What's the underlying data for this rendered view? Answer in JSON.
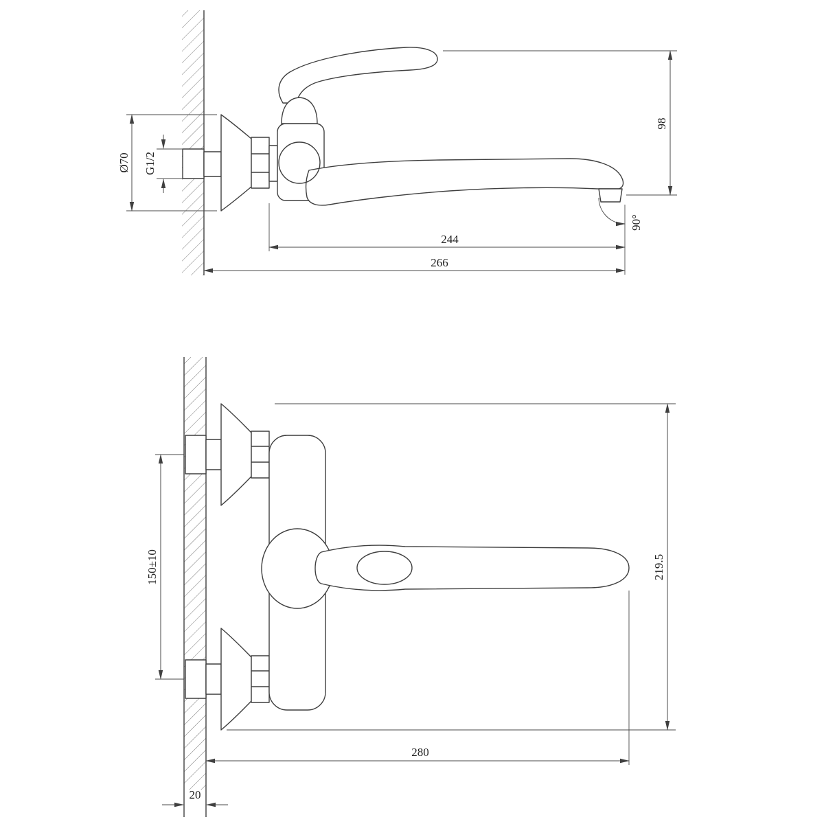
{
  "side_view": {
    "dims": {
      "flange_diameter": "Ø70",
      "thread_size": "G1/2",
      "spout_height": "98",
      "swivel_angle": "90°",
      "spout_reach": "244",
      "total_reach": "266"
    }
  },
  "front_view": {
    "dims": {
      "inlet_spacing": "150±10",
      "overall_height": "219.5",
      "overall_reach": "280",
      "wall_clearance": "20"
    }
  }
}
